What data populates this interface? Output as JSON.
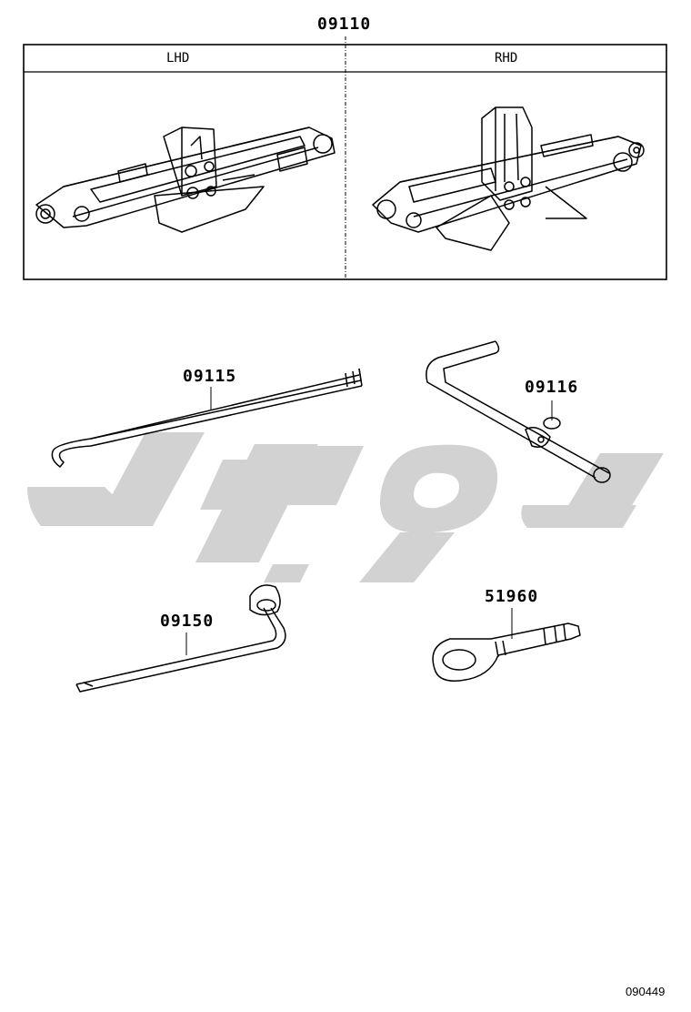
{
  "main_part": {
    "number": "09110"
  },
  "variants": [
    {
      "label": "LHD"
    },
    {
      "label": "RHD"
    }
  ],
  "parts": [
    {
      "number": "09115"
    },
    {
      "number": "09116"
    },
    {
      "number": "09150"
    },
    {
      "number": "51960"
    }
  ],
  "watermark": {
    "color": "#d2d2d2"
  },
  "illustration_id": "090449"
}
